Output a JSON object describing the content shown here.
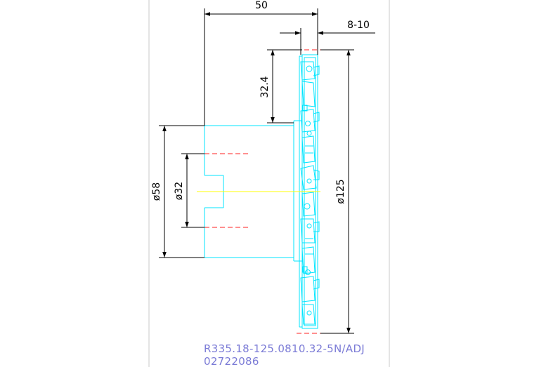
{
  "drawing": {
    "dimensions": {
      "overall_length": "50",
      "cutter_offset": "8-10",
      "cutter_height": "32.4",
      "hub_diameter": "ø58",
      "bore_diameter": "ø32",
      "cutter_diameter": "ø125"
    },
    "caption": {
      "part_number": "R335.18-125.0810.32-5N/ADJ",
      "code": "02722086"
    },
    "colors": {
      "background": "#ffffff",
      "frame": "#c8c8c8",
      "geometry": "#00e5ff",
      "centerline": "#ffff00",
      "hidden_line": "#ff2020",
      "dimension": "#000000",
      "caption": "#7b7bd6"
    }
  }
}
